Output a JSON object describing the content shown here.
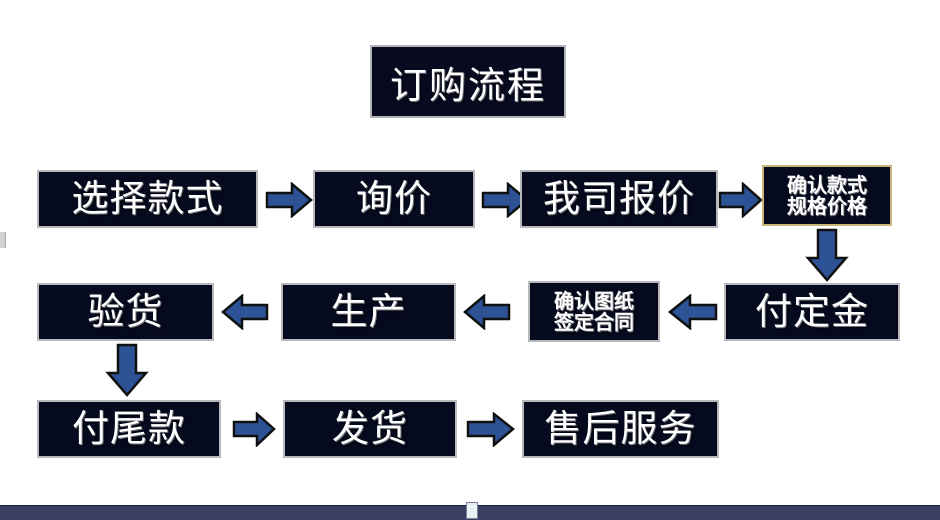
{
  "slide": {
    "title": "订购流程",
    "background_color": "#ffffff",
    "node_fill_color": "#060a1e",
    "node_border_color": "#b9b9bd",
    "highlight_border_color": "#c9b477",
    "arrow_color": "#2d5296",
    "bottom_bar_color": "#3a3f63"
  },
  "nodes": [
    {
      "id": "select-style",
      "label": "选择款式",
      "lines": [
        "选择款式"
      ],
      "size": "big",
      "border": "grey"
    },
    {
      "id": "inquiry",
      "label": "询价",
      "lines": [
        "询价"
      ],
      "size": "big",
      "border": "grey"
    },
    {
      "id": "our-quote",
      "label": "我司报价",
      "lines": [
        "我司报价"
      ],
      "size": "big",
      "border": "grey"
    },
    {
      "id": "confirm-style",
      "label": "确认款式 规格价格",
      "lines": [
        "确认款式",
        "规格价格"
      ],
      "size": "small",
      "border": "gold"
    },
    {
      "id": "pay-deposit",
      "label": "付定金",
      "lines": [
        "付定金"
      ],
      "size": "big",
      "border": "grey"
    },
    {
      "id": "confirm-drawing",
      "label": "确认图纸 签定合同",
      "lines": [
        "确认图纸",
        "签定合同"
      ],
      "size": "small",
      "border": "grey"
    },
    {
      "id": "production",
      "label": "生产",
      "lines": [
        "生产"
      ],
      "size": "big",
      "border": "grey"
    },
    {
      "id": "inspection",
      "label": "验货",
      "lines": [
        "验货"
      ],
      "size": "big",
      "border": "grey"
    },
    {
      "id": "pay-balance",
      "label": "付尾款",
      "lines": [
        "付尾款"
      ],
      "size": "big",
      "border": "grey"
    },
    {
      "id": "shipping",
      "label": "发货",
      "lines": [
        "发货"
      ],
      "size": "big",
      "border": "grey"
    },
    {
      "id": "after-sales",
      "label": "售后服务",
      "lines": [
        "售后服务"
      ],
      "size": "big",
      "border": "grey"
    }
  ],
  "connectors": [
    {
      "id": "select-style-to-inquiry",
      "direction": "right"
    },
    {
      "id": "inquiry-to-our-quote",
      "direction": "right"
    },
    {
      "id": "our-quote-to-confirm-style",
      "direction": "right"
    },
    {
      "id": "confirm-style-to-pay-deposit",
      "direction": "down"
    },
    {
      "id": "pay-deposit-to-confirm-drawing",
      "direction": "left"
    },
    {
      "id": "confirm-drawing-to-production",
      "direction": "left"
    },
    {
      "id": "production-to-inspection",
      "direction": "left"
    },
    {
      "id": "inspection-to-pay-balance",
      "direction": "down"
    },
    {
      "id": "pay-balance-to-shipping",
      "direction": "right"
    },
    {
      "id": "shipping-to-after-sales",
      "direction": "right"
    }
  ],
  "chart_data": {
    "type": "diagram",
    "title": "订购流程",
    "flow_order": [
      "选择款式",
      "询价",
      "我司报价",
      "确认款式 规格价格",
      "付定金",
      "确认图纸 签定合同",
      "生产",
      "验货",
      "付尾款",
      "发货",
      "售后服务"
    ]
  }
}
